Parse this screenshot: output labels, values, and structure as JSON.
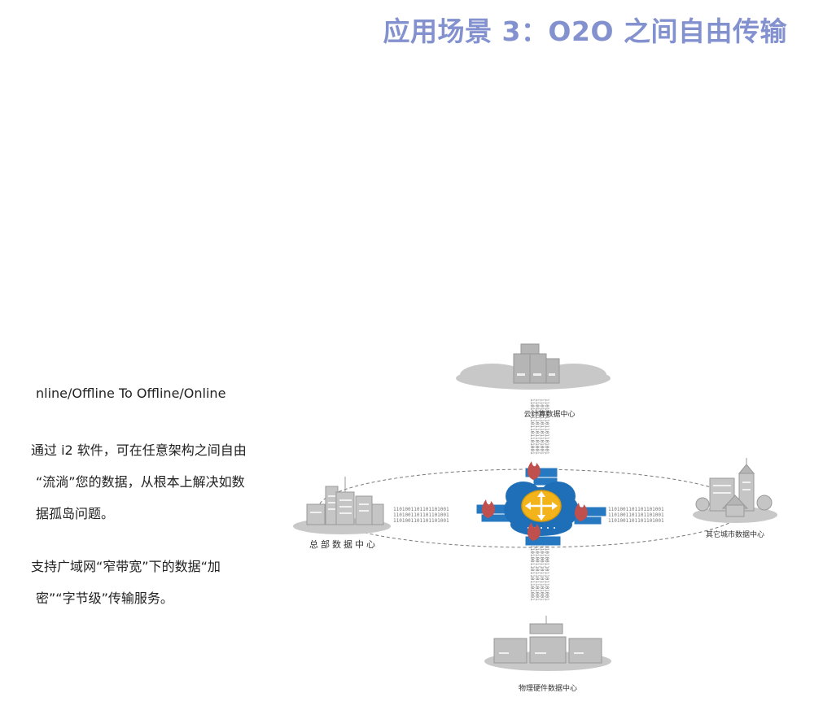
{
  "title": "应用场景 3：O2O 之间自由传输",
  "text": {
    "subtitle": "nline/Offline To Offline/Online",
    "p1": [
      "通过 i2 软件，可在任意架构之间自由",
      "“流淌”您的数据，从根本上解决如数",
      "据孤岛问题。"
    ],
    "p2": [
      "支持广域网“窄带宽”下的数据“加",
      "密”“字节级”传输服务。"
    ]
  },
  "diagram": {
    "nodes": {
      "top": "云计算数据中心",
      "left": "总部数据中心",
      "right": "其它城市数据中心",
      "bottom": "物理硬件数据中心"
    },
    "binary": "1101001101101101001"
  },
  "colors": {
    "title": "#8491cf",
    "cloud": "#1f6fb8",
    "router": "#f2b31b",
    "fire": "#c0504d",
    "gray": "#b8b8b8"
  }
}
